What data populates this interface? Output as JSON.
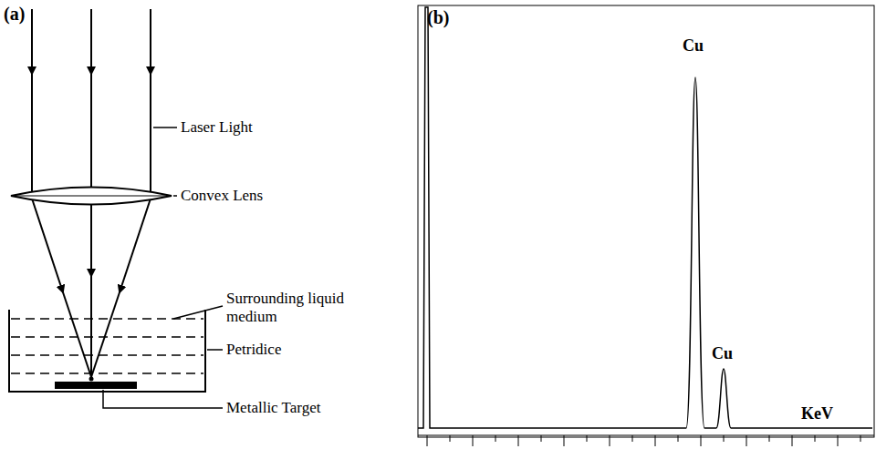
{
  "diagram": {
    "labels": [
      "(a)",
      "Laser Light",
      "Convex Lens",
      "Surrounding liquid medium",
      "Petridice",
      "Metallic Target",
      "(b)",
      "Cu",
      "Cu",
      "KeV"
    ]
  }
}
